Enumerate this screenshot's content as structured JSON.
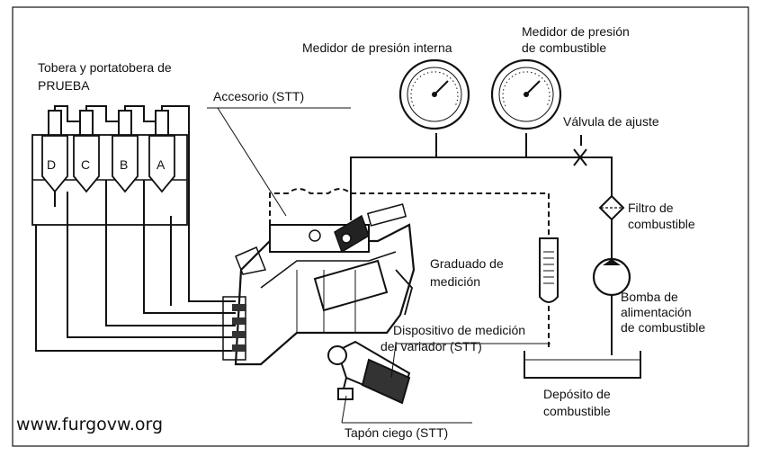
{
  "labels": {
    "nozzle_test_line1": "Tobera y portatobera de",
    "nozzle_test_line2": "PRUEBA",
    "accessory": "Accesorio (STT)",
    "internal_pressure_gauge": "Medidor de presión interna",
    "fuel_pressure_gauge_line1": "Medidor de presión",
    "fuel_pressure_gauge_line2": "de combustible",
    "adjust_valve": "Válvula de ajuste",
    "fuel_filter_line1": "Filtro de",
    "fuel_filter_line2": "combustible",
    "measuring_cylinder_line1": "Graduado de",
    "measuring_cylinder_line2": "medición",
    "feed_pump_line1": "Bomba de",
    "feed_pump_line2": "alimentación",
    "feed_pump_line3": "de combustible",
    "timer_device_line1": "Dispositivo de medición",
    "timer_device_line2": "del variador (STT)",
    "fuel_tank_line1": "Depósito de",
    "fuel_tank_line2": "combustible",
    "blind_plug": "Tapón ciego (STT)"
  },
  "nozzles": [
    "D",
    "C",
    "B",
    "A"
  ],
  "watermark": "www.furgovw.org"
}
